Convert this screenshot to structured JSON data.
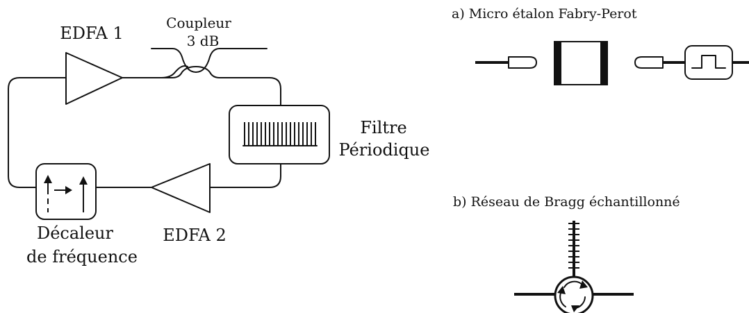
{
  "labels": {
    "edfa1": "EDFA 1",
    "edfa2": "EDFA 2",
    "coupler_line1": "Coupleur",
    "coupler_line2": "3 dB",
    "filter_line1": "Filtre",
    "filter_line2": "Périodique",
    "shifter_line1": "Décaleur",
    "shifter_line2": "de fréquence",
    "option_a": "a) Micro étalon Fabry-Perot",
    "option_b": "b) Réseau de Bragg échantillonné"
  }
}
